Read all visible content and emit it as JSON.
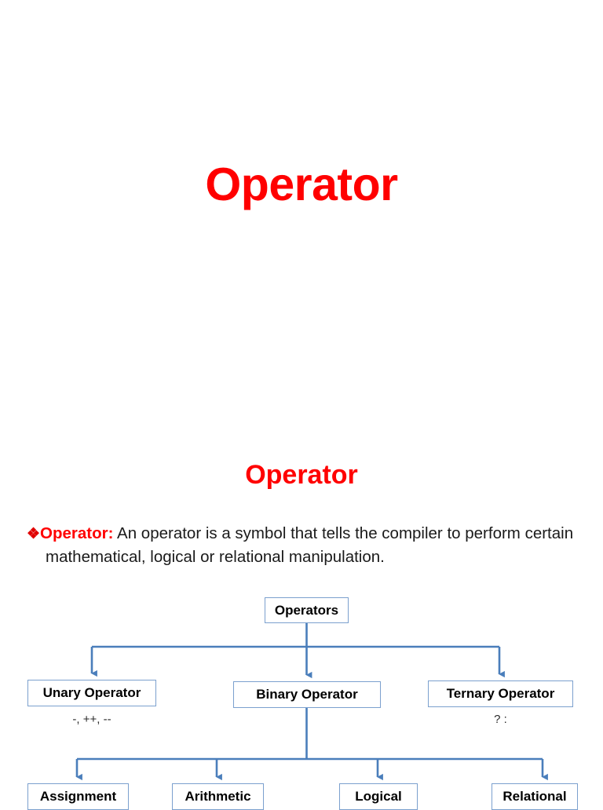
{
  "slide_one": {
    "title": "Operator"
  },
  "slide_two": {
    "title": "Operator",
    "definition": {
      "bullet": "❖",
      "term": "Operator:",
      "text": " An operator is a symbol that tells the compiler to perform certain mathematical, logical or relational manipulation."
    }
  },
  "diagram": {
    "root": {
      "label": "Operators"
    },
    "level_two": [
      {
        "label": "Unary Operator",
        "caption": "-, ++, --"
      },
      {
        "label": "Binary Operator",
        "caption": ""
      },
      {
        "label": "Ternary Operator",
        "caption": "? :"
      }
    ],
    "level_three": [
      {
        "label": "Assignment"
      },
      {
        "label": "Arithmetic"
      },
      {
        "label": "Logical"
      },
      {
        "label": "Relational"
      }
    ]
  },
  "colors": {
    "title_red": "#FF0000",
    "connector_blue": "#4A7EBB",
    "box_border_blue": "#7BA0CE",
    "background": "#FFFFFF",
    "body_text": "#1A1A1A"
  }
}
